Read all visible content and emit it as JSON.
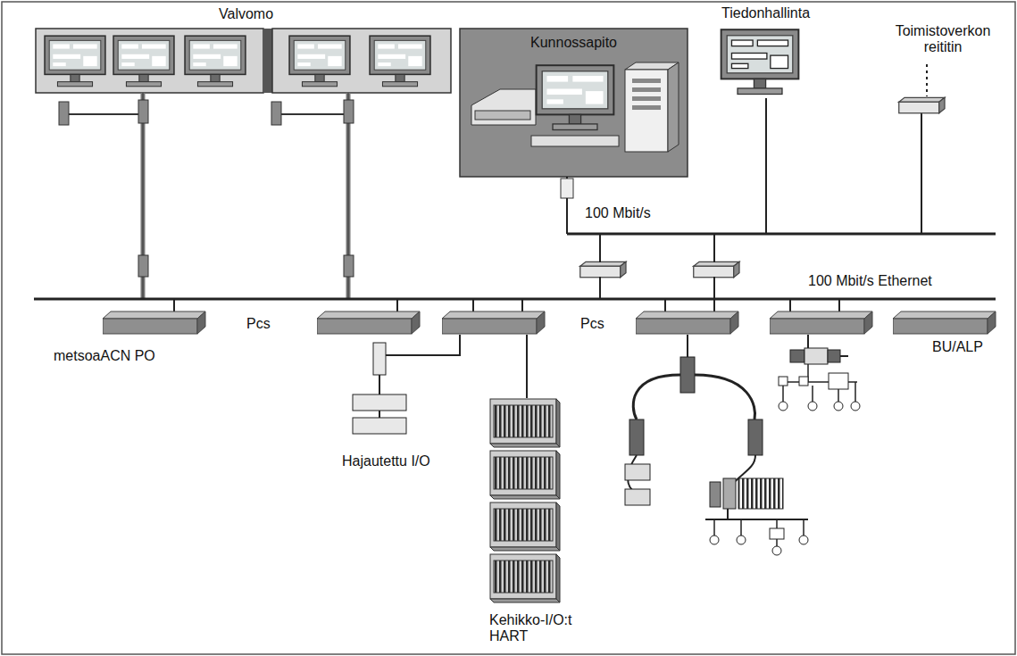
{
  "diagram": {
    "nodes": [
      {
        "text": [
          "Valvomo"
        ]
      },
      {
        "text": [
          "Kunnossapito"
        ]
      }
    ],
    "labels": [
      "Tiedonhallinta",
      "Toimistoverkon reititin",
      "100 Mbit/s",
      "100 Mbit/s Ethernet",
      "Pcs",
      "Pcs",
      "metsoaACN PO",
      "Hajautettu I/O",
      "Kehikko-I/O:t HART",
      "BU/ALP"
    ]
  }
}
